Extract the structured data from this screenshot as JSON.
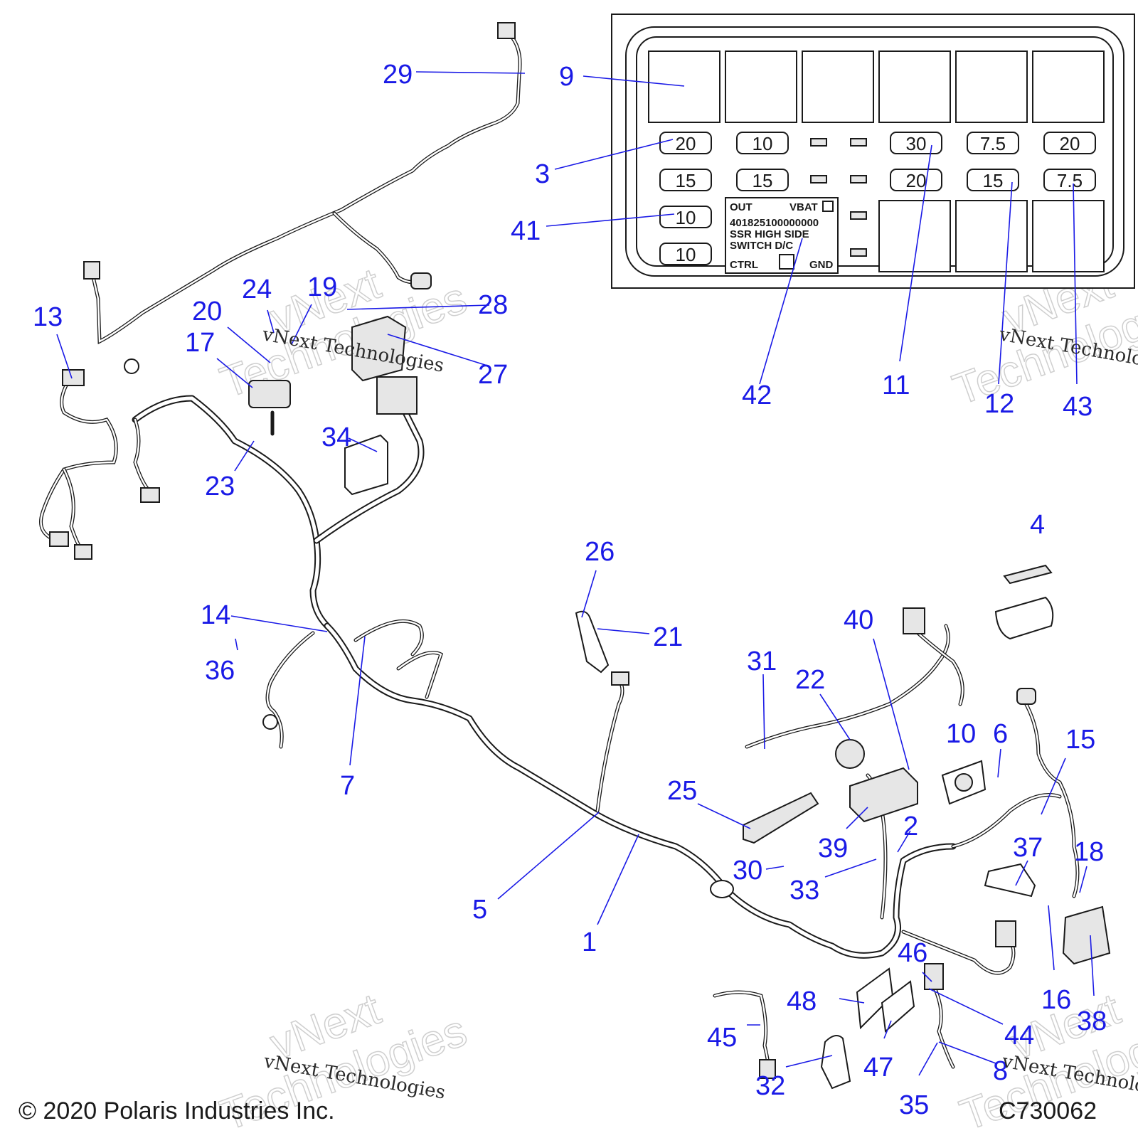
{
  "callouts": [
    "29",
    "9",
    "3",
    "41",
    "13",
    "24",
    "19",
    "28",
    "20",
    "17",
    "27",
    "23",
    "34",
    "11",
    "42",
    "12",
    "43",
    "4",
    "26",
    "14",
    "21",
    "40",
    "31",
    "22",
    "36",
    "10",
    "6",
    "15",
    "7",
    "25",
    "39",
    "2",
    "37",
    "18",
    "30",
    "33",
    "5",
    "1",
    "46",
    "16",
    "38",
    "48",
    "44",
    "45",
    "47",
    "8",
    "32",
    "35"
  ],
  "fuse_box": {
    "fuse_row1": [
      "20",
      "10",
      "30",
      "7.5",
      "20"
    ],
    "fuse_row2": [
      "15",
      "15",
      "20",
      "15",
      "7.5"
    ],
    "fuse_col_left": [
      "10",
      "10"
    ],
    "ssr": {
      "out": "OUT",
      "vbat": "VBAT",
      "part_no": "401825100000000",
      "line1": "SSR  HIGH  SIDE",
      "line2": "SWITCH       D/C",
      "ctrl": "CTRL",
      "gnd": "GND"
    }
  },
  "watermark": "vNext Technologies",
  "footer": {
    "copyright": "© 2020 Polaris Industries Inc.",
    "code": "C730062"
  }
}
